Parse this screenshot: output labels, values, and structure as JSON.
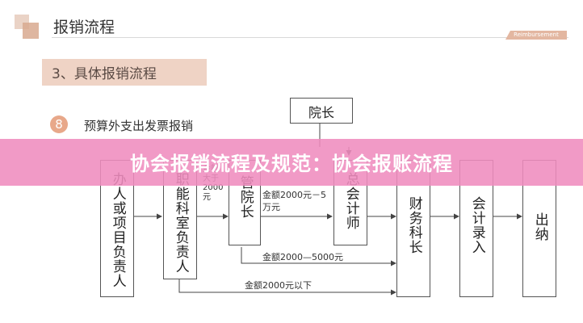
{
  "header": {
    "title": "报销流程",
    "en_tag": "Reimbursement"
  },
  "section": {
    "title": "3、具体报销流程"
  },
  "step": {
    "number": "8",
    "title": "预算外支出发票报销"
  },
  "banner": {
    "text": "协会报销流程及规范：协会报账流程"
  },
  "nodes": {
    "handler": "办人或项目负责人",
    "dept_head": "职能科室负责人",
    "president_box": "院长",
    "vp": "管院长",
    "chief_accountant": "总会计师",
    "finance_chief": "财务科长",
    "bookkeeping": "会计录入",
    "cashier": "出纳"
  },
  "labels": {
    "above_label": "金额大于2000元",
    "range_label_a": "金额2000元－5",
    "range_label_b": "万元",
    "mid_label": "金额2000—5000元",
    "bottom_label": "金额2000元以下"
  }
}
